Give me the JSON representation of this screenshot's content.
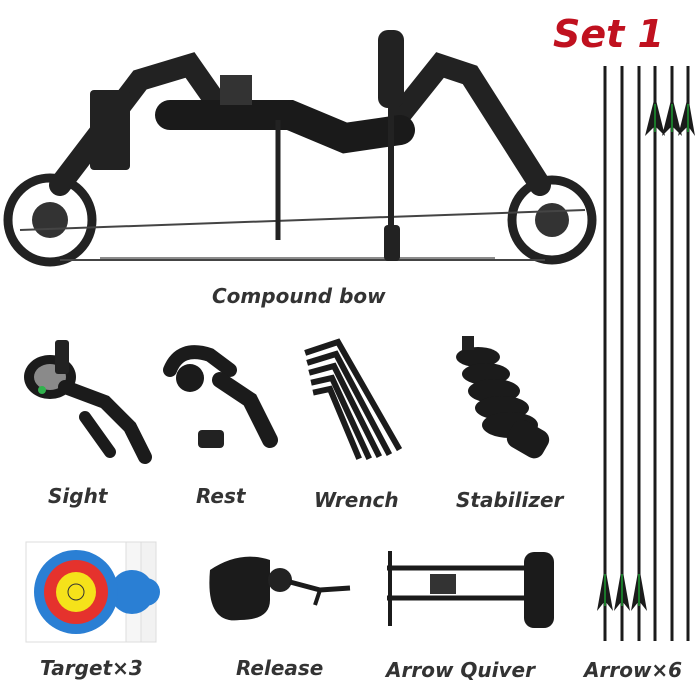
{
  "set_title": "Set 1",
  "labels": {
    "compound_bow": "Compound bow",
    "sight": "Sight",
    "rest": "Rest",
    "wrench": "Wrench",
    "stabilizer": "Stabilizer",
    "target": "Target×3",
    "release": "Release",
    "arrow_quiver": "Arrow Quiver",
    "arrow": "Arrow×6"
  },
  "colors": {
    "title_red": "#c0111f",
    "label_gray": "#333333",
    "fletching_green": "#1a7a2a",
    "target_yellow": "#f5e21a",
    "target_red": "#e5322d",
    "target_blue": "#2a7fd4"
  }
}
